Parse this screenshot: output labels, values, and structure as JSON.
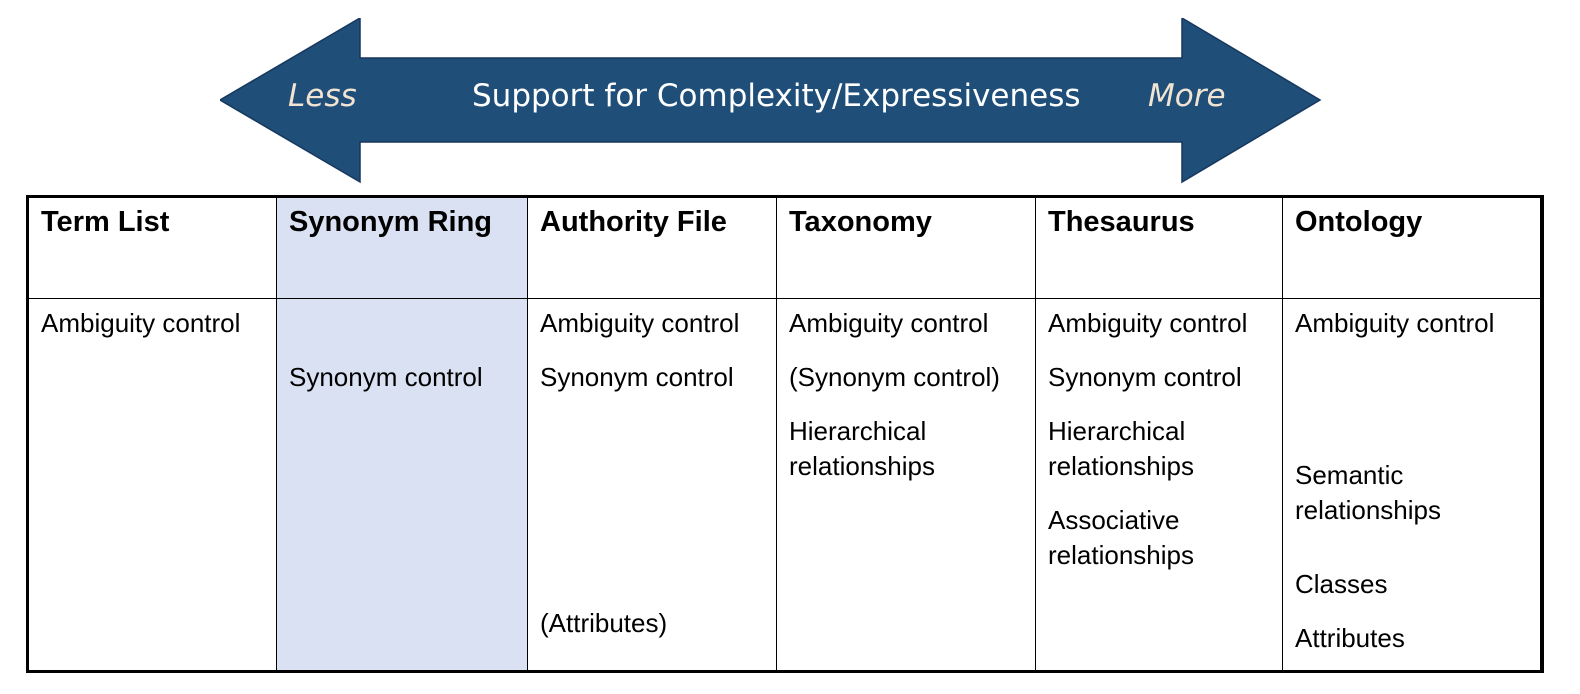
{
  "arrow": {
    "less_label": "Less",
    "center_label": "Support for Complexity/Expressiveness",
    "more_label": "More",
    "color": "#1f4e79"
  },
  "table": {
    "highlight_color": "#dae1f3",
    "columns": [
      {
        "title": "Term List",
        "items": [
          "Ambiguity control"
        ]
      },
      {
        "title": "Synonym Ring",
        "items": [
          "Synonym control"
        ]
      },
      {
        "title": "Authority File",
        "items": [
          "Ambiguity control",
          "Synonym control",
          "(Attributes)"
        ]
      },
      {
        "title": "Taxonomy",
        "items": [
          "Ambiguity control",
          "(Synonym control)",
          "Hierarchical",
          "relationships"
        ]
      },
      {
        "title": "Thesaurus",
        "items": [
          "Ambiguity control",
          "Synonym control",
          "Hierarchical",
          "relationships",
          "Associative",
          "relationships"
        ]
      },
      {
        "title": "Ontology",
        "items": [
          "Ambiguity control",
          "Semantic",
          "relationships",
          "Classes",
          "Attributes"
        ]
      }
    ]
  }
}
